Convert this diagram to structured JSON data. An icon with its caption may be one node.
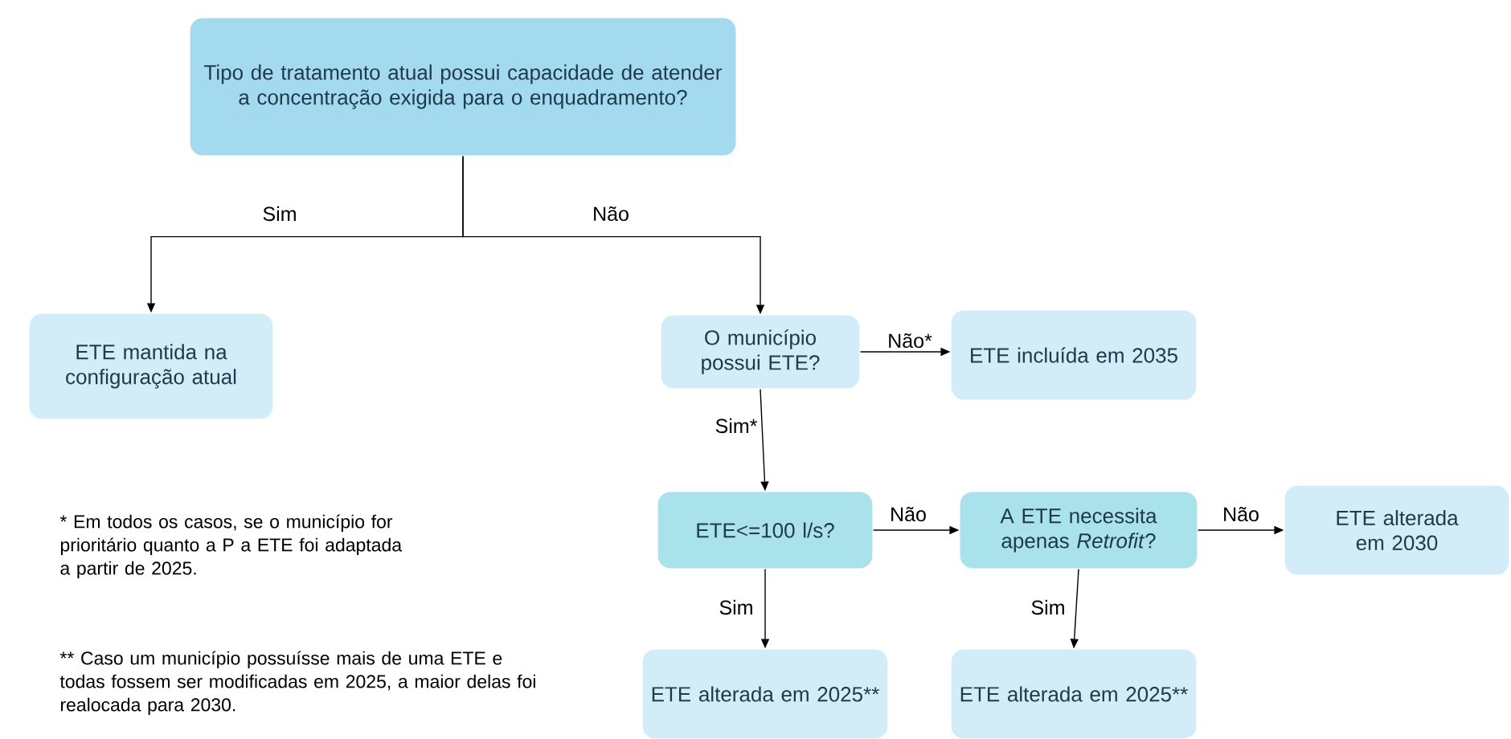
{
  "diagram": {
    "nodes": [
      {
        "text": [
          "Tipo de tratamento atual possui capacidade de atender a concentração exigida para o enquadramento?"
        ]
      },
      {
        "text": [
          "ETE mantida na configuração atual"
        ]
      },
      {
        "text": [
          "O município possui ETE?"
        ]
      },
      {
        "text": [
          "ETE incluída em 2035"
        ]
      },
      {
        "text": [
          "ETE<=100 l/s?"
        ]
      },
      {
        "text": [
          "A ETE necessita apenas *Retrofit*?"
        ]
      },
      {
        "text": [
          "ETE alterada em 2030"
        ]
      },
      {
        "text": [
          "ETE alterada em 2025**"
        ]
      },
      {
        "text": [
          "ETE alterada em 2025**"
        ]
      }
    ],
    "edges": [
      {
        "from": 0,
        "to": 1,
        "arrow": "to",
        "label": "Sim"
      },
      {
        "from": 0,
        "to": 2,
        "arrow": "to",
        "label": "Não"
      },
      {
        "from": 2,
        "to": 3,
        "arrow": "to",
        "label": "Não*"
      },
      {
        "from": 2,
        "to": 4,
        "arrow": "to",
        "label": "Sim*"
      },
      {
        "from": 4,
        "to": 5,
        "arrow": "to",
        "label": "Não"
      },
      {
        "from": 5,
        "to": 6,
        "arrow": "to",
        "label": "Não"
      },
      {
        "from": 4,
        "to": 7,
        "arrow": "to",
        "label": "Sim"
      },
      {
        "from": 5,
        "to": 8,
        "arrow": "to",
        "label": "Sim"
      }
    ],
    "labels": [
      "*  Em todos os casos, se o município for prioritário quanto a P a ETE foi adaptada a partir de 2025.",
      "** Caso um município possuísse mais de uma ETE e todas fossem ser modificadas em 2025, a maior delas foi realocada para 2030."
    ]
  }
}
